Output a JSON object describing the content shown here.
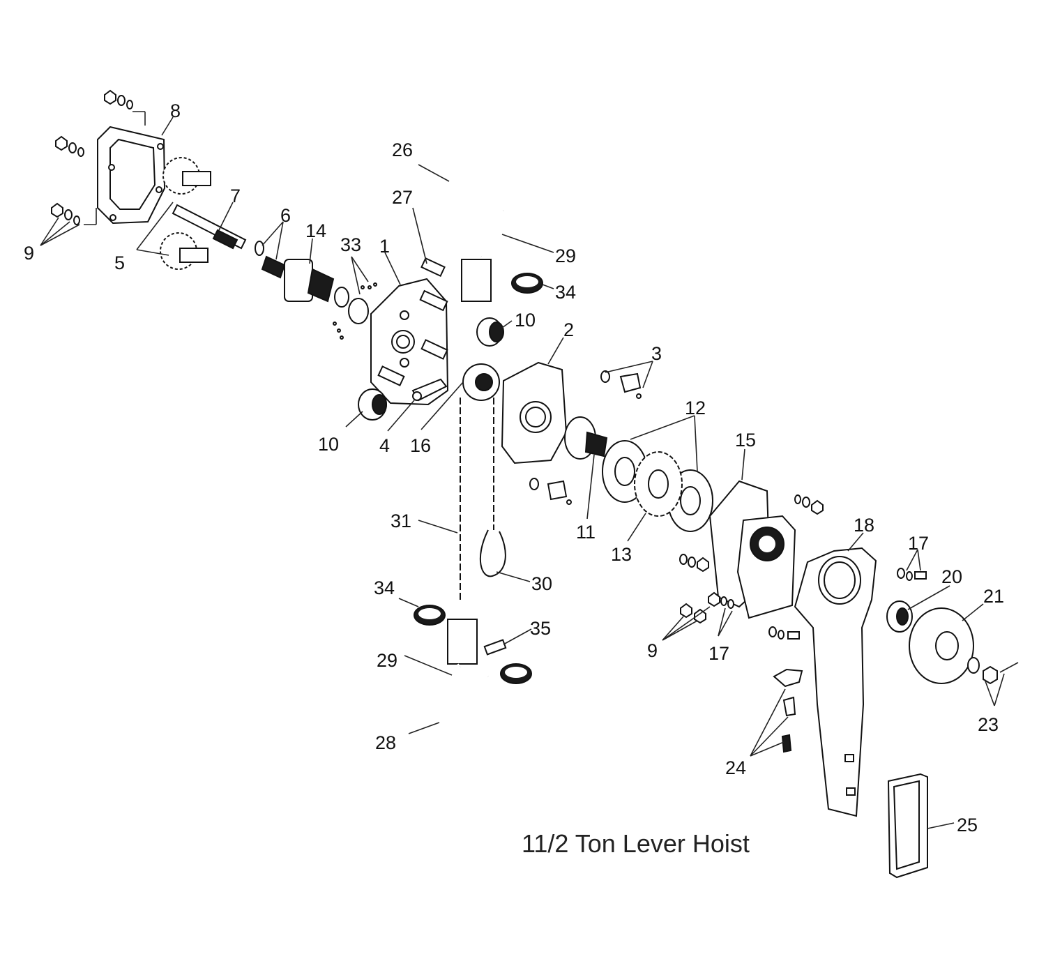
{
  "title": "11/2 Ton Lever Hoist",
  "part_labels": [
    "1",
    "2",
    "3",
    "4",
    "5",
    "6",
    "7",
    "8",
    "9",
    "9",
    "10",
    "10",
    "11",
    "12",
    "13",
    "14",
    "15",
    "16",
    "17",
    "17",
    "18",
    "20",
    "21",
    "23",
    "24",
    "25",
    "26",
    "27",
    "28",
    "29",
    "29",
    "30",
    "31",
    "33",
    "34",
    "34",
    "35"
  ],
  "colors": {
    "ink": "#111111",
    "paper": "#ffffff"
  }
}
